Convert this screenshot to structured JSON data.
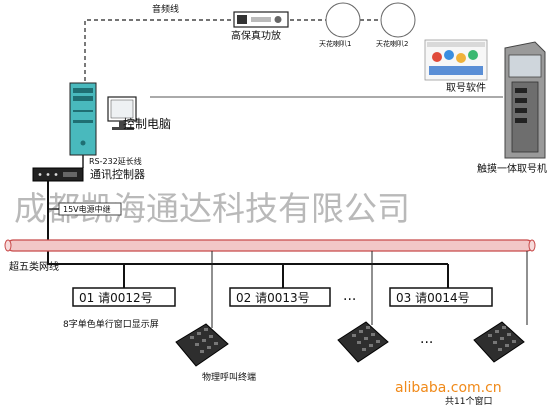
{
  "labels": {
    "audio_line": "音频线",
    "amplifier": "高保真功放",
    "speaker1": "天花喇叭1",
    "speaker2": "天花喇叭2",
    "queue_software": "取号软件",
    "control_pc": "控制电脑",
    "rs232": "RS-232延长线",
    "comm_controller": "通讯控制器",
    "kiosk": "触摸一体取号机",
    "power_relay": "15V电源中继",
    "watermark": "成都凯海通达科技有限公司",
    "cable": "超五类网线",
    "display_caption": "8字单色单行窗口显示屏",
    "terminal_caption": "物理呼叫终端",
    "window_count": "共11个窗口",
    "site_watermark": "alibaba.com.cn",
    "ellipsis": "···"
  },
  "displays": [
    {
      "text": "01 请0012号"
    },
    {
      "text": "02 请0013号"
    },
    {
      "text": "03 请0014号"
    }
  ],
  "colors": {
    "cable_pink": "#f2c7c7",
    "cable_red": "#c84b4b",
    "watermark_gray": "#b9b9b9",
    "alibaba_orange": "#f08a1a",
    "pc_teal": "#49b9bd"
  }
}
